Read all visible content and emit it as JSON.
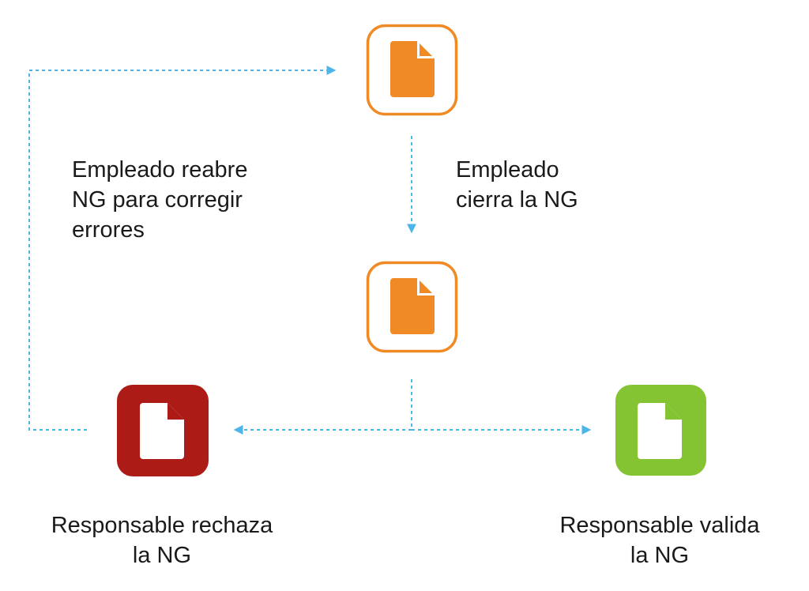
{
  "colors": {
    "arrow": "#4db6e8",
    "open_state": "#ef8a24",
    "closed_state": "#ef8a24",
    "rejected_state": "#ad1b17",
    "validated_state": "#84c433",
    "icon_light": "#ffffff",
    "text": "#1a1a1a"
  },
  "nodes": {
    "open": {
      "icon": "document-icon",
      "style": "outline"
    },
    "closed": {
      "icon": "document-icon",
      "style": "outline"
    },
    "rejected": {
      "icon": "document-icon",
      "style": "filled"
    },
    "validated": {
      "icon": "document-icon",
      "style": "filled"
    }
  },
  "labels": {
    "reopen": "Empleado reabre\nNG para corregir\nerrores",
    "close": "Empleado\ncierra la NG",
    "reject": "Responsable rechaza\nla NG",
    "validate": "Responsable valida\nla NG"
  }
}
